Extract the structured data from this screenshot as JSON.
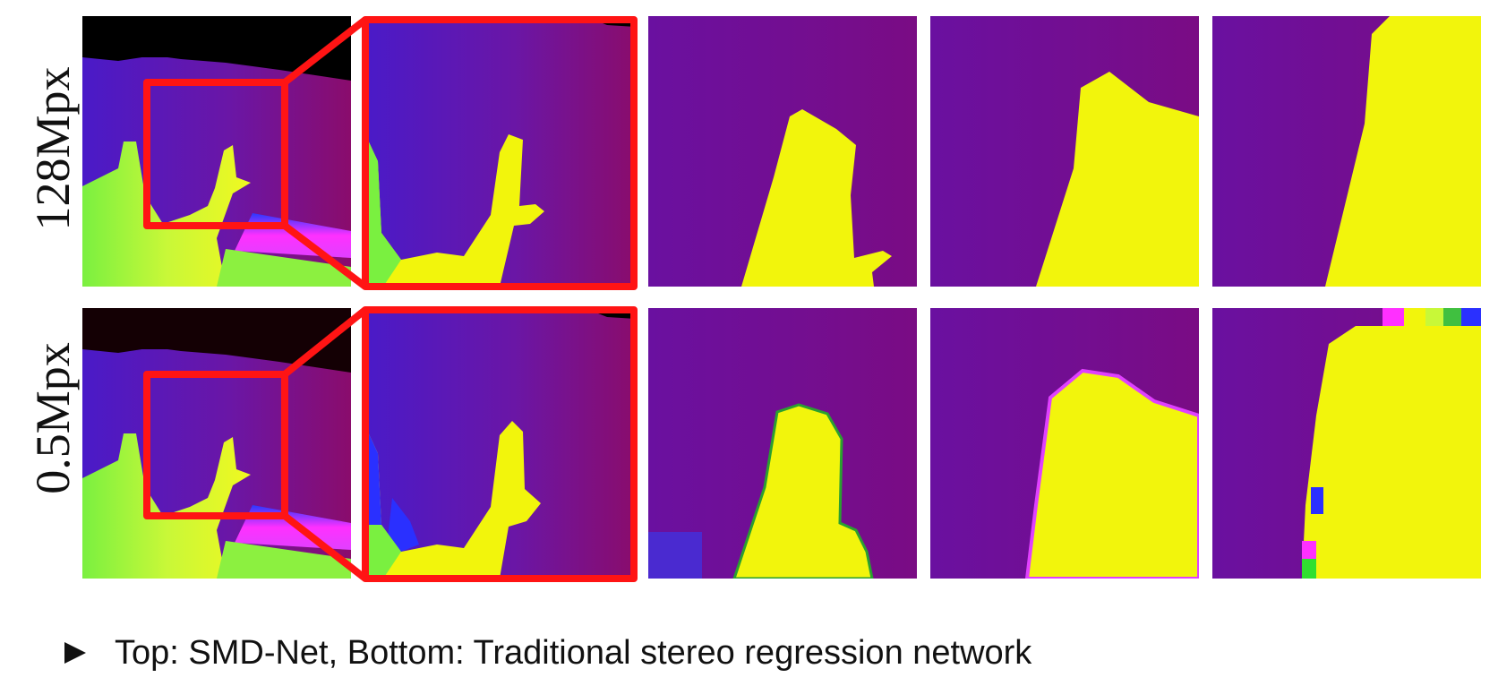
{
  "rows": [
    {
      "label": "128Mpx"
    },
    {
      "label": "0.5Mpx"
    }
  ],
  "caption": {
    "bullet_icon": "triangle-right-icon",
    "text": "Top: SMD-Net, Bottom: Traditional stereo regression network"
  },
  "colors": {
    "highlight": "#ff1414",
    "background_purple": "#6a0f96",
    "object_yellow": "#f2f50c",
    "sky": "#000000"
  }
}
